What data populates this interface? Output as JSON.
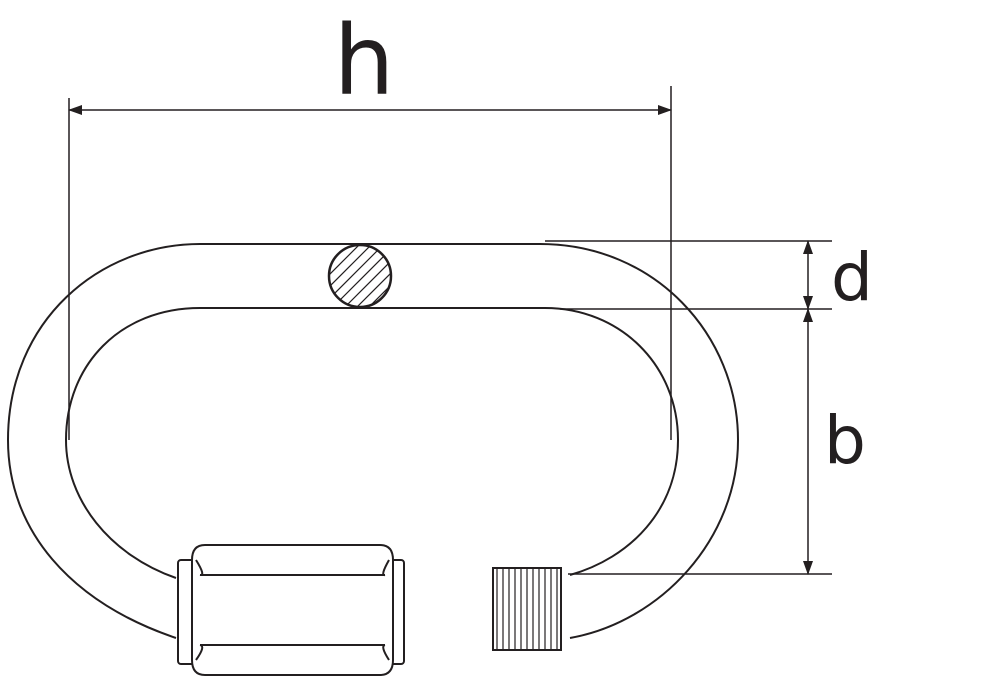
{
  "dimensions": {
    "length_label": "h",
    "wire_diameter_label": "d",
    "inner_width_label": "b"
  },
  "colors": {
    "stroke": "#231f20",
    "background": "#ffffff"
  }
}
